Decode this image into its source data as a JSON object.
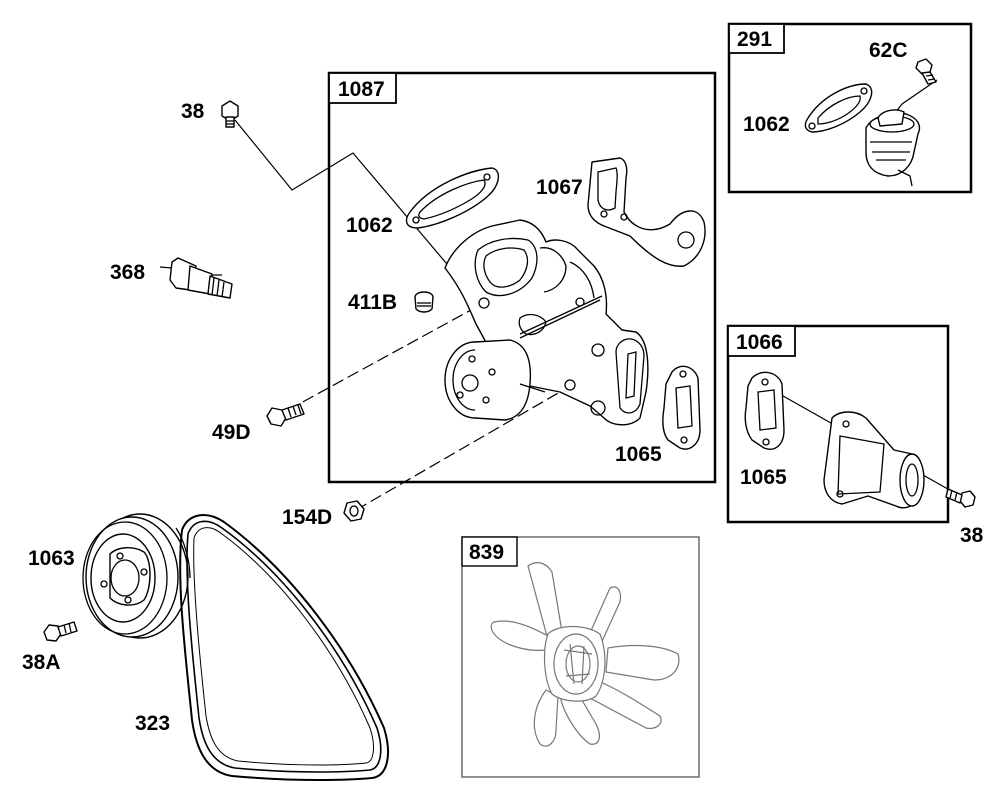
{
  "groups": {
    "g1087": "1087",
    "g291": "291",
    "g1066": "1066",
    "g839": "839"
  },
  "parts": {
    "p38_top": "38",
    "p368": "368",
    "p1062_main": "1062",
    "p411B": "411B",
    "p1067": "1067",
    "p49D": "49D",
    "p1065_main": "1065",
    "p154D": "154D",
    "p62C": "62C",
    "p1062_thermo": "1062",
    "p1065_side": "1065",
    "p38_right": "38",
    "p1063": "1063",
    "p38A": "38A",
    "p323": "323"
  }
}
